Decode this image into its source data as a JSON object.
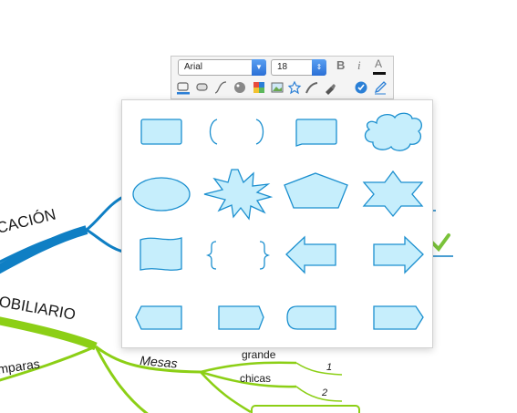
{
  "mindmap": {
    "topics": {
      "education": "CACIÓN",
      "furniture": "OBILIARIO",
      "lamps": "mparas",
      "tables": "Mesas",
      "large": "grande",
      "small": "chicas",
      "one": "1",
      "two": "2"
    },
    "colors": {
      "blue_branch": "#0f7fc4",
      "green_branch": "#8ccf16",
      "check": "#7ac23a"
    }
  },
  "toolbar": {
    "font_family": "Arial",
    "font_size": "18",
    "bold_label": "B",
    "italic_label": "i",
    "text_color_label": "A",
    "icons": [
      "shape-icon",
      "boundary-icon",
      "relationship-icon",
      "style-icon",
      "color-palette-icon",
      "image-icon",
      "marker-icon",
      "curve-icon",
      "highlighter-icon",
      "task-icon",
      "pen-icon"
    ]
  },
  "shape_panel": {
    "shapes": [
      "rectangle",
      "brackets",
      "callout-rectangle",
      "cloud",
      "ellipse",
      "starburst",
      "pentagon",
      "six-point-star",
      "wave-banner",
      "braces",
      "left-arrow",
      "right-arrow",
      "hexagon",
      "right-arrow-pentagon",
      "left-rounded-tab",
      "right-pointed-tab"
    ],
    "fill_color": "#c6eefc",
    "stroke_color": "#1b8fcf"
  }
}
